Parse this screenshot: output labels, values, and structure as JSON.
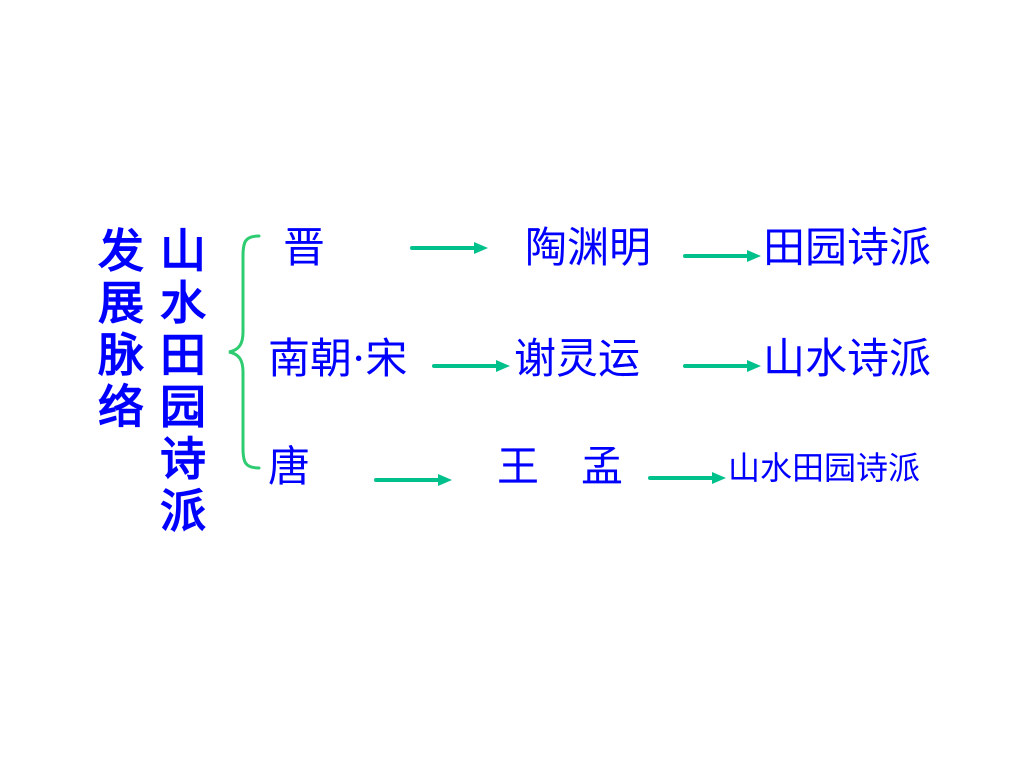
{
  "titles": {
    "development": [
      "发",
      "展",
      "脉",
      "络"
    ],
    "school": [
      "山",
      "水",
      "田",
      "园",
      "诗",
      "派"
    ]
  },
  "rows": [
    {
      "era": "晋",
      "poet": "陶渊明",
      "school": "田园诗派"
    },
    {
      "era": "南朝·宋",
      "poet": "谢灵运",
      "school": "山水诗派"
    },
    {
      "era": "唐",
      "poet": "王　孟",
      "school": "山水田园诗派"
    }
  ],
  "colors": {
    "text": "#0000ff",
    "arrow": "#00c08b",
    "brace": "#2ecc71"
  }
}
